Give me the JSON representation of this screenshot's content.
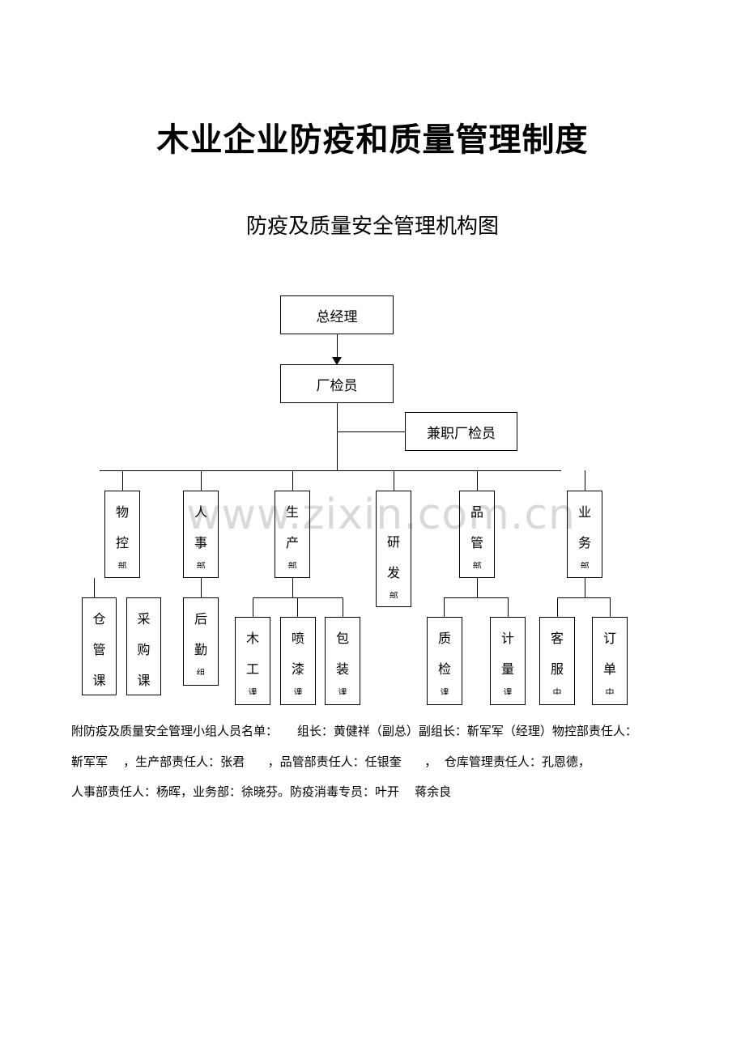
{
  "title": "木业企业防疫和质量管理制度",
  "subtitle": "防疫及质量安全管理机构图",
  "watermark": "www.zixin.com.cn",
  "org": {
    "general_manager": "总经理",
    "inspector": "厂检员",
    "part_time_inspector": "兼职厂检员",
    "departments": {
      "material_control": [
        "物",
        "控",
        "部"
      ],
      "hr": [
        "人",
        "事",
        "部"
      ],
      "production": [
        "生",
        "产",
        "部"
      ],
      "rnd": [
        "研",
        "发",
        "部"
      ],
      "quality": [
        "品",
        "管",
        "部"
      ],
      "business": [
        "业",
        "务",
        "部"
      ]
    },
    "sections": {
      "warehouse": [
        "仓",
        "管",
        "课"
      ],
      "purchasing": [
        "采",
        "购",
        "课"
      ],
      "logistics": [
        "后",
        "勤",
        "组"
      ],
      "woodwork": [
        "木",
        "工",
        "课"
      ],
      "painting": [
        "喷",
        "漆",
        "课"
      ],
      "packaging": [
        "包",
        "装",
        "课"
      ],
      "inspection": [
        "质",
        "检",
        "课"
      ],
      "metrology": [
        "计",
        "量",
        "课"
      ],
      "customer_service": [
        "客",
        "服",
        "中"
      ],
      "orders": [
        "订",
        "单",
        "中"
      ]
    }
  },
  "notes": {
    "line1": "附防疫及质量安全管理小组人员名单：     组长：黄健祥（副总）副组长：靳军军（经理）物控部责任人：",
    "line2": "靳军军    ，生产部责任人：张君      ，品管部责任人：任银奎      ，  仓库管理责任人：孔恩德，",
    "line3": "人事部责任人：杨晖，业务部：徐晓芬。防疫消毒专员：叶开    蒋余良"
  }
}
